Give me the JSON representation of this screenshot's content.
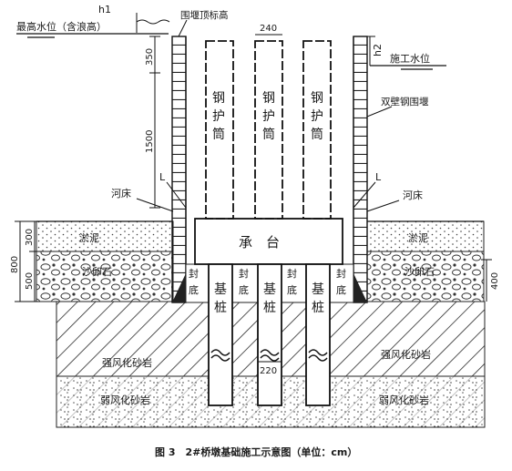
{
  "labels": {
    "max_water_level": "最高水位（含浪高）",
    "h1": "h1",
    "h2": "h2",
    "cofferdam_top": "围堰顶标高",
    "construction_water_level": "施工水位",
    "double_wall_cofferdam": "双壁钢围堰",
    "riverbed_left": "河床",
    "riverbed_right": "河床",
    "L_left": "L",
    "L_right": "L",
    "silt_left": "淤泥",
    "silt_right": "淤泥",
    "gravel_left": "沙卵石",
    "gravel_right": "沙卵石",
    "cap": "承　台",
    "strong_weathered_left": "强风化砂岩",
    "strong_weathered_right": "强风化砂岩",
    "weak_weathered_left": "弱风化砂岩",
    "weak_weathered_right": "弱风化砂岩",
    "casing": [
      "钢",
      "护",
      "筒"
    ],
    "pile": [
      "基",
      "桩"
    ],
    "seal": [
      "封",
      "底"
    ]
  },
  "dimensions": {
    "d350": "350",
    "d1500": "1500",
    "d300": "300",
    "d500": "500",
    "d800": "800",
    "d400": "400",
    "d240": "240",
    "d220": "220"
  },
  "caption": "图 3　2#桥墩基础施工示意图（单位：cm）"
}
